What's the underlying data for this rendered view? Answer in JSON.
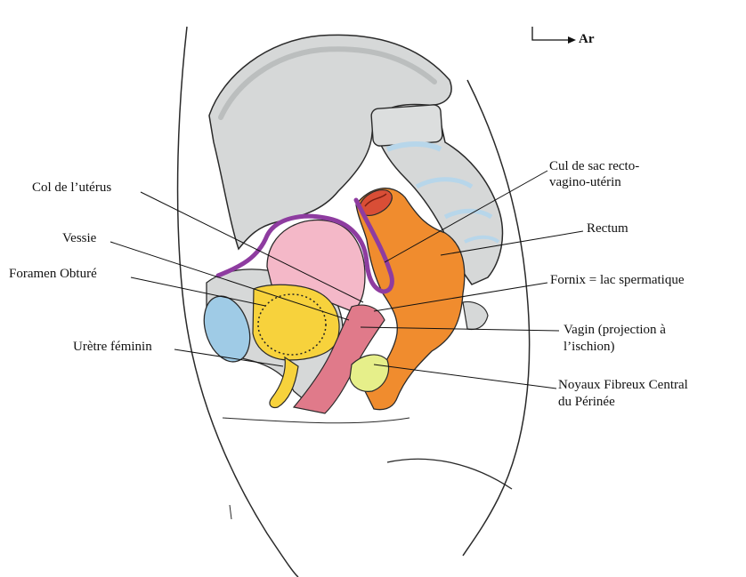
{
  "orientation": {
    "label": "Ar"
  },
  "labels": {
    "cervix": "Col de l’utérus",
    "bladder": "Vessie",
    "obturator": "Foramen Obturé",
    "urethra": "Urètre féminin",
    "cul_de_sac_1": "Cul de sac recto-",
    "cul_de_sac_2": "vagino-utérin",
    "rectum": "Rectum",
    "fornix": "Fornix = lac spermatique",
    "vagina_1": "Vagin (projection à",
    "vagina_2": "l’ischion)",
    "perineum_1": "Noyaux Fibreux Central",
    "perineum_2": "du Périnée"
  },
  "colors": {
    "bone": "#d6d8d8",
    "bone_shade": "#c3c6c6",
    "bladder": "#f4b8c8",
    "uterus_outline": "#8e3ca0",
    "rectum": "#f08c2e",
    "rectum_inner": "#d94e36",
    "vagina": "#e07a8a",
    "obturator_yellow": "#f7d23c",
    "perineum_green": "#e6ef8a",
    "ischium_blue": "#9fcbe6",
    "disc_blue": "#b7d6ea",
    "outline": "#2a2a2a"
  }
}
